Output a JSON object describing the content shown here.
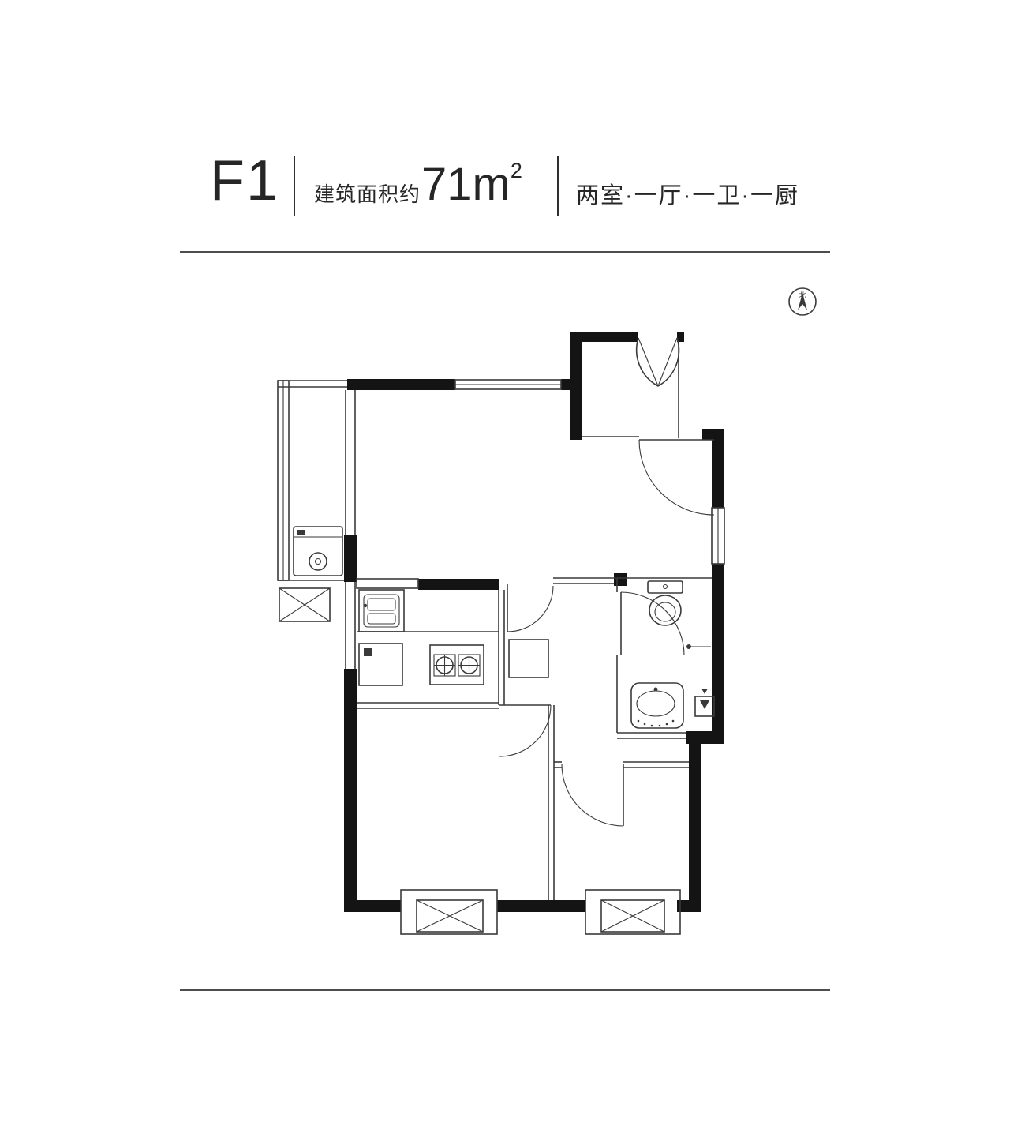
{
  "header": {
    "unit_label": "F1",
    "area_prefix": "建筑面积约",
    "area_value": "71m",
    "area_superscript": "2",
    "layout_description": "两室·一厅·一卫·一厨"
  },
  "compass": {
    "north_label": "北"
  },
  "colors": {
    "wall": "#141414",
    "line": "#3a3a3a",
    "text": "#262626"
  },
  "floorplan": {
    "fixtures": [
      "entry-double-door",
      "entry-door-swing",
      "washing-machine",
      "shaft-window-box",
      "kitchen-sink",
      "gas-stove",
      "corridor-cabinet",
      "toilet",
      "bathroom-vanity",
      "water-heater",
      "towel-bar",
      "bedroom-window-bay",
      "bedroom-window-bay"
    ]
  }
}
